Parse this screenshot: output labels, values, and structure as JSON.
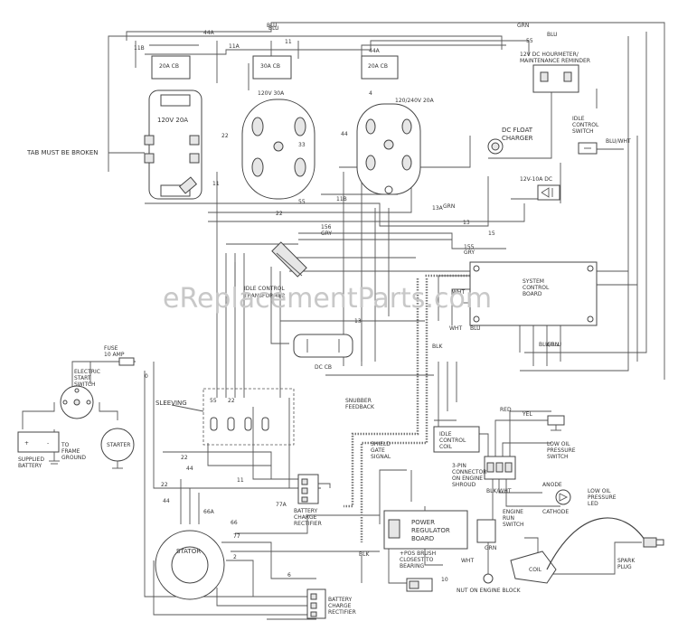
{
  "watermark": "eReplacementParts.com",
  "components": {
    "tab_note": "TAB MUST BE BROKEN",
    "breaker_20a_left": "20A CB",
    "breaker_30a": "30A CB",
    "breaker_20a_right": "20A CB",
    "outlet_120v_20a": "120V 20A",
    "outlet_120v_30a": "120V 30A",
    "outlet_120_240v": "120/240V 20A",
    "dc_float_charger": [
      "DC FLOAT",
      "CHARGER"
    ],
    "hourmeter": [
      "12V DC HOURMETER/",
      "MAINTENANCE REMINDER"
    ],
    "idle_control_switch": [
      "IDLE",
      "CONTROL",
      "SWITCH"
    ],
    "diode_label": "12V-10A DC",
    "idle_transformer": [
      "IDLE CONTROL",
      "TRANSFORMER"
    ],
    "dc_cb": "DC CB",
    "system_board": [
      "SYSTEM",
      "CONTROL",
      "BOARD"
    ],
    "fuse": [
      "FUSE",
      "10 AMP"
    ],
    "start_switch": [
      "ELECTRIC",
      "START",
      "SWITCH"
    ],
    "battery": [
      "SUPPLIED",
      "BATTERY"
    ],
    "frame_ground": [
      "TO",
      "FRAME",
      "GROUND"
    ],
    "starter": "STARTER",
    "sleeving": "SLEEVING",
    "snubber": [
      "SNUBBER",
      "FEEDBACK"
    ],
    "shield_gate": [
      "SHIELD",
      "GATE",
      "SIGNAL"
    ],
    "idle_coil": [
      "IDLE",
      "CONTROL",
      "COIL"
    ],
    "low_oil_switch": [
      "LOW OIL",
      "PRESSURE",
      "SWITCH"
    ],
    "three_pin": [
      "3-PIN",
      "CONNECTOR",
      "ON ENGINE",
      "SHROUD"
    ],
    "low_oil_led": [
      "LOW OIL",
      "PRESSURE",
      "LED"
    ],
    "anode": "ANODE",
    "cathode": "CATHODE",
    "engine_run": [
      "ENGINE",
      "RUN",
      "SWITCH"
    ],
    "stator": "STATOR",
    "rectifier_top": [
      "BATTERY",
      "CHARGE",
      "RECTIFIER"
    ],
    "rectifier_bottom": [
      "BATTERY",
      "CHARGE",
      "RECTIFIER"
    ],
    "power_board": [
      "POWER",
      "REGULATOR",
      "BOARD"
    ],
    "brush_note": [
      "+POS BRUSH",
      "CLOSEST TO",
      "BEARING"
    ],
    "nut_engine": "NUT ON ENGINE BLOCK",
    "spark_plug": [
      "SPARK",
      "PLUG"
    ],
    "coil": "COIL"
  },
  "wires": [
    "44A",
    "11B",
    "11A",
    "BLU",
    "11",
    "GRN",
    "BLU",
    "55",
    "44A",
    "44",
    "4",
    "22",
    "33",
    "11",
    "22",
    "55",
    "11B",
    "13A",
    "13",
    "15",
    "156",
    "GRY",
    "155",
    "GRY",
    "13",
    "BLU/WHT",
    "GRN",
    "BLK",
    "WHT",
    "RED",
    "YEL",
    "0",
    "22",
    "44",
    "77A",
    "66A",
    "66",
    "77",
    "2",
    "6",
    "11",
    "22",
    "55",
    "22",
    "44",
    "GRN",
    "BLU/BLU",
    "BLK/WHT",
    "GRN",
    "BLU",
    "WHT",
    "BLU",
    "BLK",
    "WHT",
    "10"
  ]
}
